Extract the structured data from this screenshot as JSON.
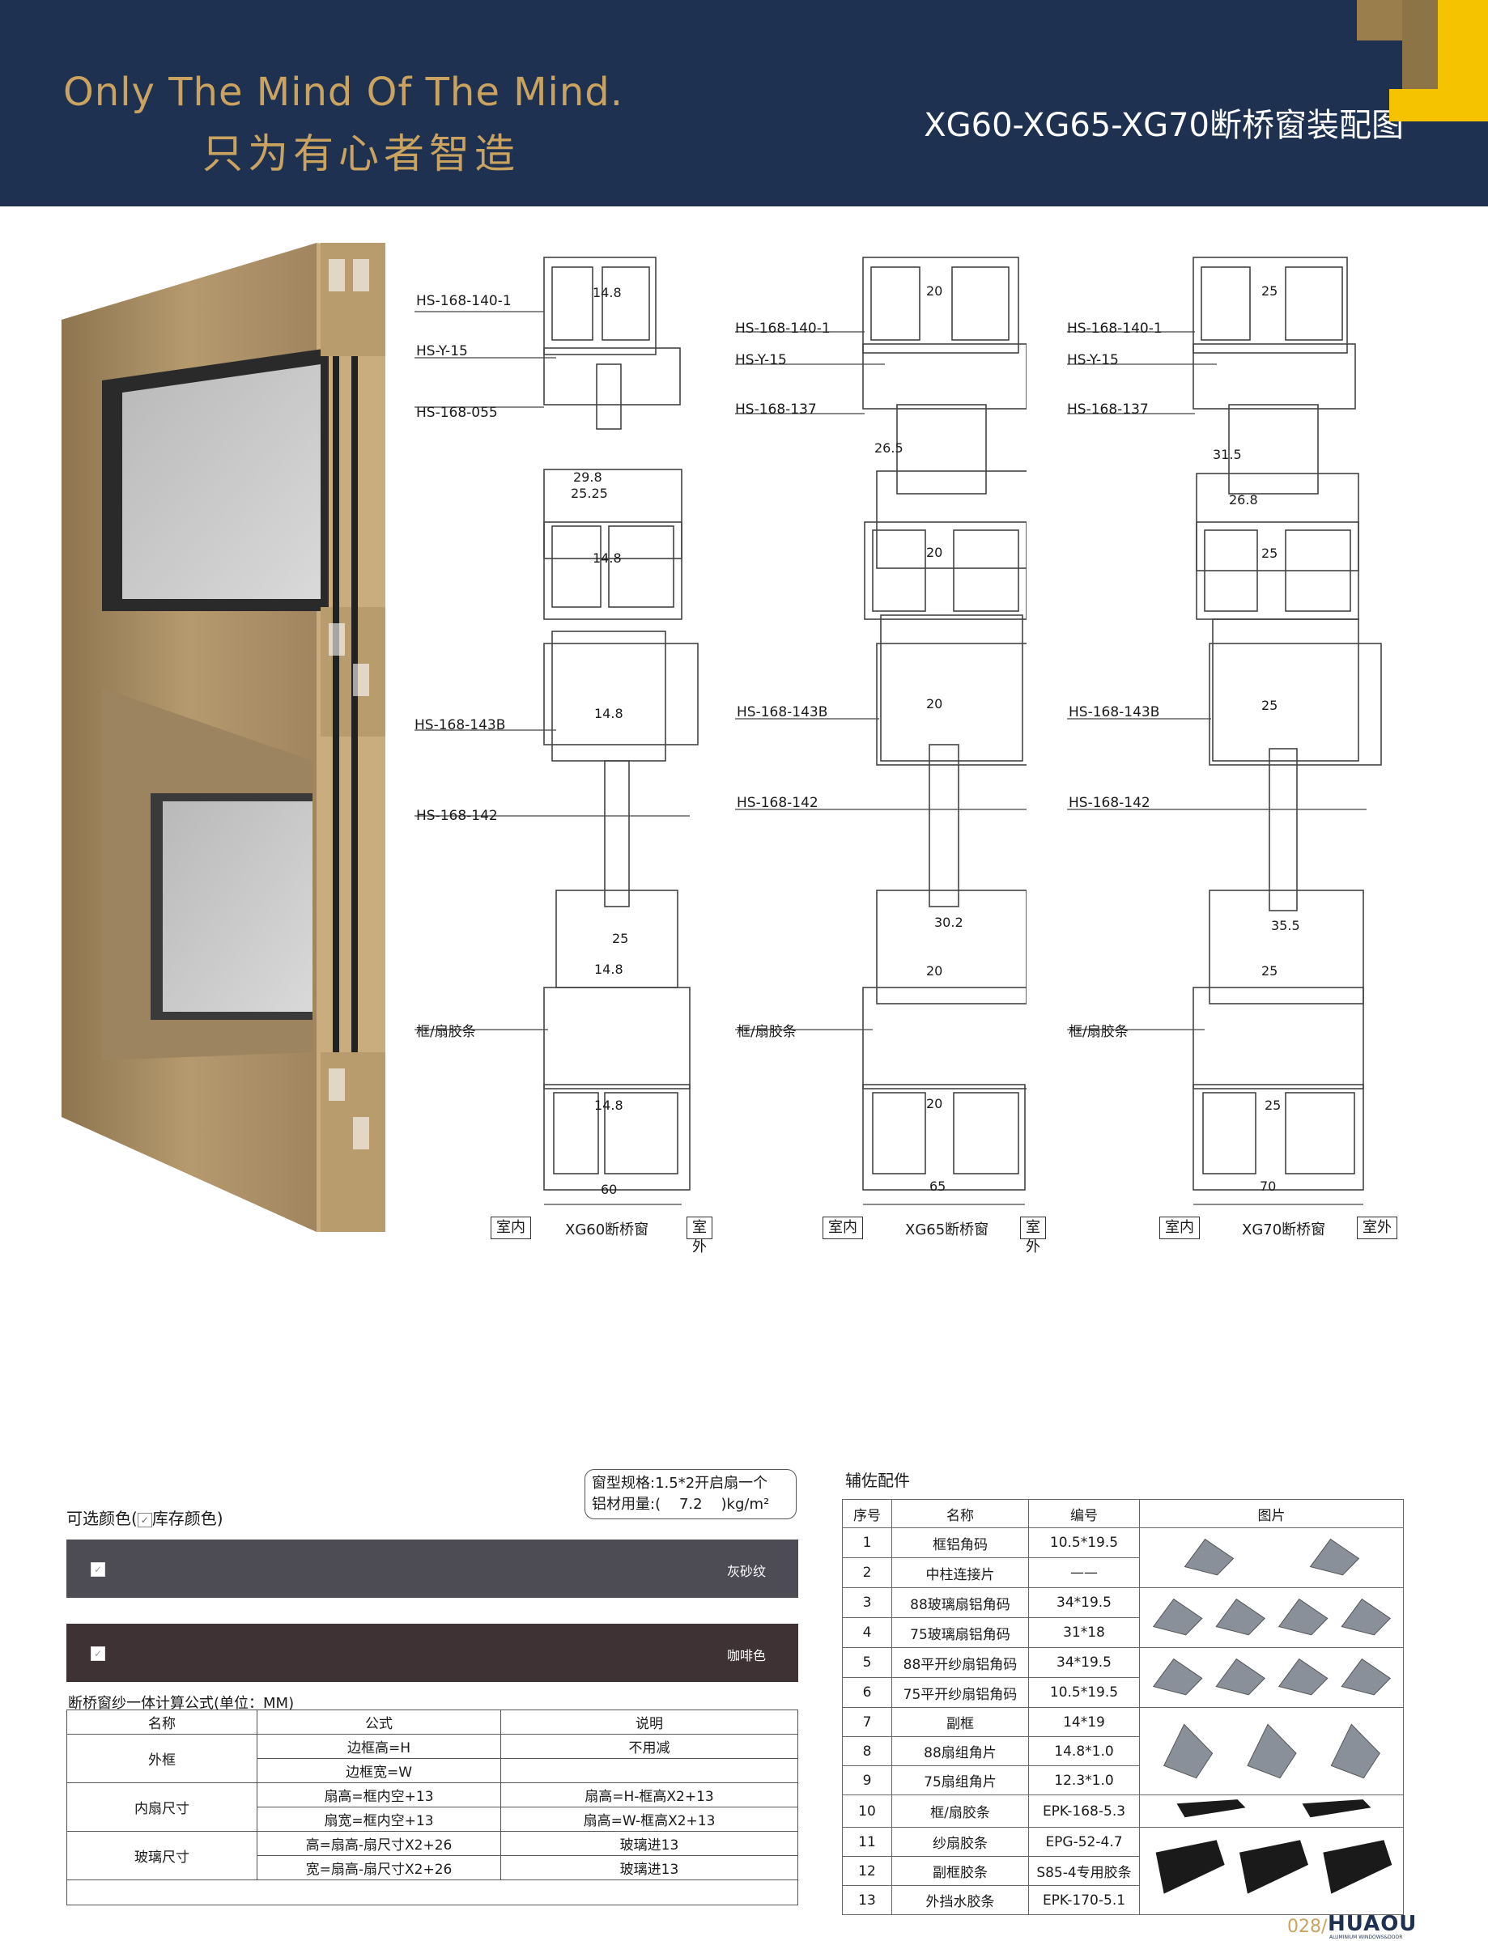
{
  "header": {
    "slogan_en": "Only The Mind Of The Mind.",
    "slogan_cn": "只为有心者智造",
    "title": "XG60-XG65-XG70断桥窗装配图"
  },
  "drawings": [
    {
      "labels": [
        "HS-168-140-1",
        "HS-Y-15",
        "HS-168-055",
        "HS-168-143B",
        "HS-168-142",
        "框/扇胶条"
      ],
      "dims": [
        "14.8",
        "29.8",
        "25.25",
        "14.8",
        "14.8",
        "25",
        "14.8",
        "14.8",
        "60"
      ],
      "indoor": "室内",
      "model": "XG60断桥窗",
      "outdoor": "室外"
    },
    {
      "labels": [
        "HS-168-140-1",
        "HS-Y-15",
        "HS-168-137",
        "HS-168-143B",
        "HS-168-142",
        "框/扇胶条"
      ],
      "dims": [
        "20",
        "26.5",
        "20",
        "20",
        "30.2",
        "20",
        "20",
        "65"
      ],
      "indoor": "室内",
      "model": "XG65断桥窗",
      "outdoor": "室外"
    },
    {
      "labels": [
        "HS-168-140-1",
        "HS-Y-15",
        "HS-168-137",
        "HS-168-143B",
        "HS-168-142",
        "框/扇胶条"
      ],
      "dims": [
        "25",
        "31.5",
        "26.8",
        "25",
        "25",
        "35.5",
        "25",
        "25",
        "70"
      ],
      "indoor": "室内",
      "model": "XG70断桥窗",
      "outdoor": "室外"
    }
  ],
  "spec": {
    "line1": "窗型规格:1.5*2开启扇一个",
    "line2_prefix": "铝材用量:(",
    "value": "7.2",
    "line2_suffix": ")kg/m²"
  },
  "colors": {
    "heading_prefix": "可选颜色(",
    "heading_suffix": "库存颜色)",
    "check_mark": "✓",
    "items": [
      {
        "name": "灰砂纹",
        "hex": "#4d4c54"
      },
      {
        "name": "咖啡色",
        "hex": "#3f3234"
      }
    ]
  },
  "formula": {
    "heading": "断桥窗纱一体计算公式(单位：MM)",
    "headers": [
      "名称",
      "公式",
      "说明"
    ],
    "groups": [
      {
        "name": "外框",
        "rows": [
          [
            "边框高=H",
            "不用减"
          ],
          [
            "边框宽=W",
            ""
          ]
        ]
      },
      {
        "name": "内扇尺寸",
        "rows": [
          [
            "扇高=框内空+13",
            "扇高=H-框高X2+13"
          ],
          [
            "扇宽=框内空+13",
            "扇高=W-框高X2+13"
          ]
        ]
      },
      {
        "name": "玻璃尺寸",
        "rows": [
          [
            "高=扇高-扇尺寸X2+26",
            "玻璃进13"
          ],
          [
            "宽=扇高-扇尺寸X2+26",
            "玻璃进13"
          ]
        ]
      }
    ]
  },
  "accessories": {
    "heading": "辅佐配件",
    "headers": [
      "序号",
      "名称",
      "编号",
      "图片"
    ],
    "rows": [
      [
        "1",
        "框铝角码",
        "10.5*19.5"
      ],
      [
        "2",
        "中柱连接片",
        "——"
      ],
      [
        "3",
        "88玻璃扇铝角码",
        "34*19.5"
      ],
      [
        "4",
        "75玻璃扇铝角码",
        "31*18"
      ],
      [
        "5",
        "88平开纱扇铝角码",
        "34*19.5"
      ],
      [
        "6",
        "75平开纱扇铝角码",
        "10.5*19.5"
      ],
      [
        "7",
        "副框",
        "14*19"
      ],
      [
        "8",
        "88扇组角片",
        "14.8*1.0"
      ],
      [
        "9",
        "75扇组角片",
        "12.3*1.0"
      ],
      [
        "10",
        "框/扇胶条",
        "EPK-168-5.3"
      ],
      [
        "11",
        "纱扇胶条",
        "EPG-52-4.7"
      ],
      [
        "12",
        "副框胶条",
        "S85-4专用胶条"
      ],
      [
        "13",
        "外挡水胶条",
        "EPK-170-5.1"
      ]
    ]
  },
  "footer": {
    "page": "028/",
    "brand": "HUAOU",
    "brand_sub": "ALUMINIUM WINDOWS&DOOR"
  },
  "accent_colors": {
    "navy": "#1f3150",
    "gold": "#c9a35f",
    "yellow": "#f5c300"
  }
}
